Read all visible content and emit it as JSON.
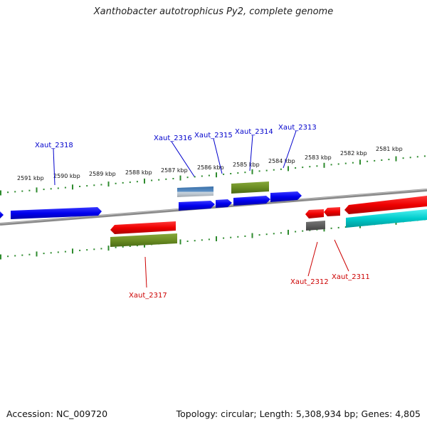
{
  "title": "Xanthobacter autotrophicus Py2, complete genome",
  "footer": {
    "accession": "Accession: NC_009720",
    "summary": "Topology: circular; Length: 5,308,934 bp; Genes: 4,805"
  },
  "colors": {
    "forward_cds": "#0000ee",
    "reverse_cds": "#ee0000",
    "rrna": "#6b8e23",
    "trna": "#00cccc",
    "misc_gray": "#555555",
    "misc_steel": "#4682b4",
    "backbone": "#888888",
    "ticks": "#2e8b2e",
    "label_forward": "#0000cc",
    "label_reverse": "#cc0000"
  },
  "scale_labels": [
    {
      "text": "2591 kbp",
      "kbp": 2591
    },
    {
      "text": "2590 kbp",
      "kbp": 2590
    },
    {
      "text": "2589 kbp",
      "kbp": 2589
    },
    {
      "text": "2588 kbp",
      "kbp": 2588
    },
    {
      "text": "2587 kbp",
      "kbp": 2587
    },
    {
      "text": "2586 kbp",
      "kbp": 2586
    },
    {
      "text": "2585 kbp",
      "kbp": 2585
    },
    {
      "text": "2584 kbp",
      "kbp": 2584
    },
    {
      "text": "2583 kbp",
      "kbp": 2583
    },
    {
      "text": "2582 kbp",
      "kbp": 2582
    },
    {
      "text": "2581 kbp",
      "kbp": 2581
    }
  ],
  "gene_labels": [
    {
      "text": "Xaut_2318",
      "strand": "forward"
    },
    {
      "text": "Xaut_2316",
      "strand": "forward"
    },
    {
      "text": "Xaut_2315",
      "strand": "forward"
    },
    {
      "text": "Xaut_2314",
      "strand": "forward"
    },
    {
      "text": "Xaut_2313",
      "strand": "forward"
    },
    {
      "text": "Xaut_2317",
      "strand": "reverse"
    },
    {
      "text": "Xaut_2312",
      "strand": "reverse"
    },
    {
      "text": "Xaut_2311",
      "strand": "reverse"
    }
  ]
}
